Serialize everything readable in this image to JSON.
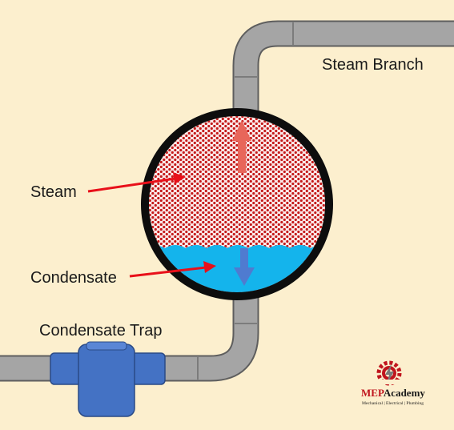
{
  "labels": {
    "steam_branch": "Steam Branch",
    "steam": "Steam",
    "condensate": "Condensate",
    "condensate_trap": "Condensate Trap"
  },
  "logo": {
    "brand_prefix": "MEP",
    "brand_suffix": "Academy",
    "tagline": "Mechanical | Electrical | Plumbing"
  },
  "colors": {
    "background": "#fcefce",
    "pipe": "#a5a5a5",
    "pipe_outline": "#5e5e5e",
    "vessel_ring": "#0d0d0d",
    "steam_fill": "#fbeaea",
    "steam_dots": "#c41a1a",
    "condensate": "#14b4ec",
    "up_arrow": "#e8665a",
    "down_arrow": "#4f7bd0",
    "pointer_arrow": "#e8101a",
    "trap": "#4472c4",
    "trap_outline": "#2a4a86",
    "logo_red": "#c0141d"
  },
  "icons": {
    "logo_mark": "gear-with-bolt-icon"
  }
}
